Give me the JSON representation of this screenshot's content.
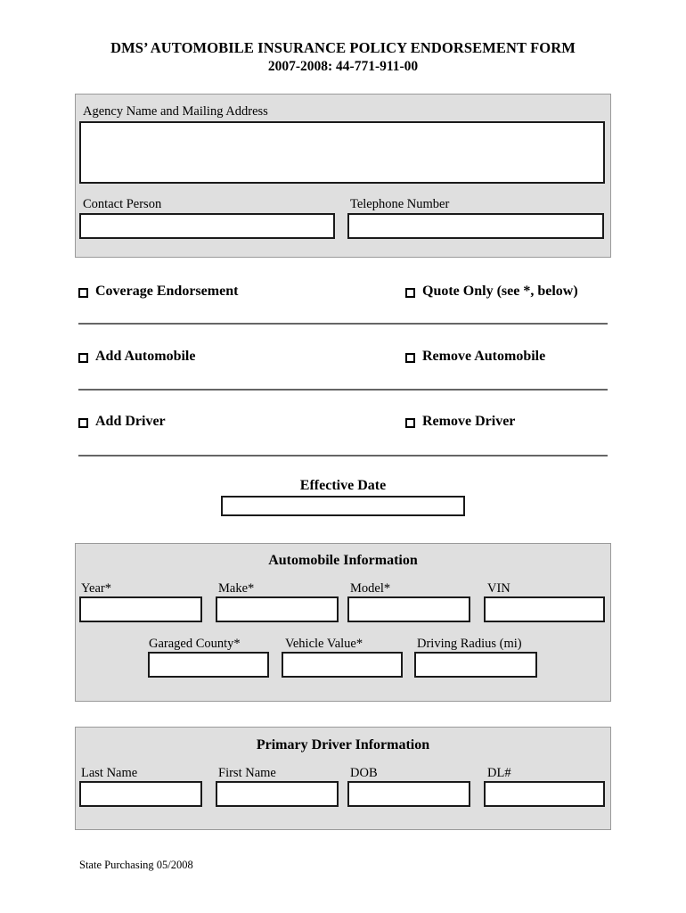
{
  "document": {
    "title_line1": "DMS’ AUTOMOBILE INSURANCE POLICY ENDORSEMENT FORM",
    "title_line2": "2007-2008: 44-771-911-00",
    "footer": "State Purchasing 05/2008",
    "colors": {
      "panel_background": "#dfdfdf",
      "panel_border": "#9a9a9a",
      "field_border": "#1a1a1a",
      "divider": "#666666",
      "page_background": "#ffffff",
      "text": "#000000"
    }
  },
  "agency_section": {
    "address_label": "Agency Name and Mailing Address",
    "address_value": "",
    "contact_label": "Contact Person",
    "contact_value": "",
    "telephone_label": "Telephone Number",
    "telephone_value": ""
  },
  "request_type": {
    "rows": [
      {
        "left": {
          "label": "Coverage Endorsement",
          "checked": false
        },
        "right": {
          "label": "Quote Only (see *, below)",
          "checked": false
        }
      },
      {
        "left": {
          "label": "Add Automobile",
          "checked": false
        },
        "right": {
          "label": "Remove Automobile",
          "checked": false
        }
      },
      {
        "left": {
          "label": "Add Driver",
          "checked": false
        },
        "right": {
          "label": "Remove Driver",
          "checked": false
        }
      }
    ]
  },
  "effective_date": {
    "label": "Effective Date",
    "value": ""
  },
  "automobile_information": {
    "title": "Automobile Information",
    "row1": [
      {
        "label": "Year*",
        "value": ""
      },
      {
        "label": "Make*",
        "value": ""
      },
      {
        "label": "Model*",
        "value": ""
      },
      {
        "label": "VIN",
        "value": ""
      }
    ],
    "row2": [
      {
        "label": "Garaged County*",
        "value": ""
      },
      {
        "label": "Vehicle Value*",
        "value": ""
      },
      {
        "label": "Driving Radius (mi)",
        "value": ""
      }
    ]
  },
  "primary_driver_information": {
    "title": "Primary Driver Information",
    "fields": [
      {
        "label": "Last Name",
        "value": ""
      },
      {
        "label": "First Name",
        "value": ""
      },
      {
        "label": "DOB",
        "value": ""
      },
      {
        "label": "DL#",
        "value": ""
      }
    ]
  }
}
